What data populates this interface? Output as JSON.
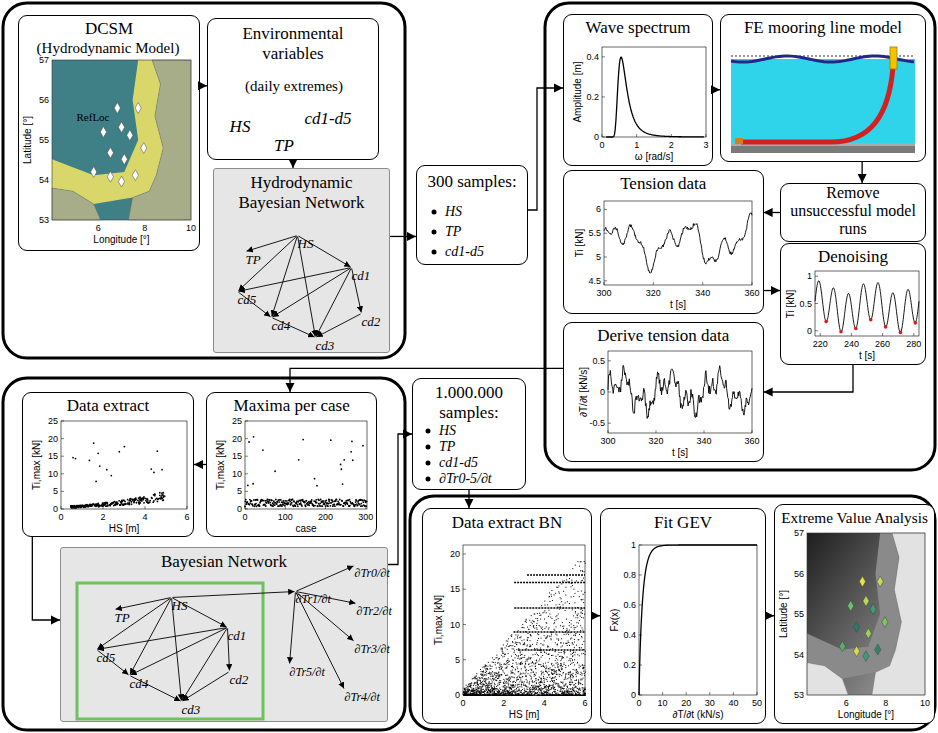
{
  "diagram": {
    "nodes": [
      {
        "text": [
          "DCSM",
          "(Hydrodynamic Model)",
          "57",
          "56",
          "55",
          "54",
          "53",
          "Latitude [°]",
          "6",
          "8",
          "10",
          "Longitude [°]",
          "RefLoc"
        ]
      },
      {
        "text": [
          "Environmental variables",
          "(daily extremes)",
          "HS",
          "cd1-d5",
          "TP"
        ]
      },
      {
        "text": [
          "Hydrodynamic Bayesian Network"
        ]
      },
      {
        "text": [
          "HS"
        ],
        "in": 2
      },
      {
        "text": [
          "TP"
        ],
        "in": 2
      },
      {
        "text": [
          "cd1"
        ],
        "in": 2
      },
      {
        "text": [
          "cd5"
        ],
        "in": 2
      },
      {
        "text": [
          "cd2"
        ],
        "in": 2
      },
      {
        "text": [
          "cd4"
        ],
        "in": 2
      },
      {
        "text": [
          "cd3"
        ],
        "in": 2
      },
      {
        "text": [
          "300 samples:",
          "HS",
          "TP",
          "cd1-d5"
        ]
      },
      {
        "text": [
          "Wave spectrum",
          "Amplitude [m]",
          "0.4",
          "0.2",
          "0",
          "0",
          "1",
          "2",
          "3",
          "ω [rad/s]"
        ]
      },
      {
        "text": [
          "FE mooring line model"
        ]
      },
      {
        "text": [
          "Remove unsuccessful model runs"
        ]
      },
      {
        "text": [
          "Tension data",
          "Ti [kN]",
          "6",
          "5.5",
          "5",
          "4.5",
          "300",
          "320",
          "340",
          "360",
          "t [s]"
        ]
      },
      {
        "text": [
          "Denoising",
          "Ti [kN]",
          "1",
          "0.5",
          "0",
          "220",
          "240",
          "260",
          "280",
          "t [s]"
        ]
      },
      {
        "text": [
          "Derive tension data",
          "∂T/∂t [kN/s]",
          "0.5",
          "0",
          "-0.5",
          "300",
          "320",
          "340",
          "360",
          "t [s]"
        ]
      },
      {
        "text": [
          "Data extract",
          "Ti,max [kN]",
          "25",
          "20",
          "15",
          "10",
          "5",
          "0",
          "0",
          "2",
          "4",
          "6",
          "HS [m]"
        ]
      },
      {
        "text": [
          "Maxima per case",
          "Ti,max [kN]",
          "25",
          "20",
          "15",
          "10",
          "5",
          "0",
          "0",
          "100",
          "200",
          "300",
          "case"
        ]
      },
      {
        "text": [
          "Bayesian Network"
        ]
      },
      {
        "text": [
          "HS"
        ],
        "in": 19
      },
      {
        "text": [
          "TP"
        ],
        "in": 19
      },
      {
        "text": [
          "cd1"
        ],
        "in": 19
      },
      {
        "text": [
          "cd5"
        ],
        "in": 19
      },
      {
        "text": [
          "cd2"
        ],
        "in": 19
      },
      {
        "text": [
          "cd4"
        ],
        "in": 19
      },
      {
        "text": [
          "cd3"
        ],
        "in": 19
      },
      {
        "text": [
          "∂Tr1/∂t"
        ],
        "in": 19
      },
      {
        "text": [
          "∂Tr0/∂t"
        ],
        "in": 19
      },
      {
        "text": [
          "∂Tr2/∂t"
        ],
        "in": 19
      },
      {
        "text": [
          "∂Tr3/∂t"
        ],
        "in": 19
      },
      {
        "text": [
          "∂Tr4/∂t"
        ],
        "in": 19
      },
      {
        "text": [
          "∂Tr5/∂t"
        ],
        "in": 19
      },
      {
        "text": [
          "1.000.000 samples:",
          "HS",
          "TP",
          "cd1-d5",
          "∂Tr0-5/∂t"
        ]
      },
      {
        "text": [
          "Data extract BN",
          "Ti,max [kN]",
          "20",
          "15",
          "10",
          "5",
          "0",
          "0",
          "2",
          "4",
          "6",
          "HS [m]"
        ]
      },
      {
        "text": [
          "Fit GEV",
          "Fx(x)",
          "1",
          "0.8",
          "0.6",
          "0.4",
          "0.2",
          "0",
          "0",
          "10",
          "20",
          "30",
          "40",
          "50",
          "∂T/∂t (kN/s)"
        ]
      },
      {
        "text": [
          "Extreme Value Analysis",
          "57",
          "56",
          "55",
          "54",
          "53",
          "Latitude [°]",
          "6",
          "8",
          "10",
          "Longitude [°]"
        ]
      }
    ],
    "edges": [
      {
        "from": 0,
        "to": 1,
        "arrow": "to"
      },
      {
        "from": 1,
        "to": 2,
        "arrow": "to"
      },
      {
        "from": 2,
        "to": 10,
        "arrow": "to"
      },
      {
        "from": 10,
        "to": 11,
        "arrow": "to"
      },
      {
        "from": 11,
        "to": 12,
        "arrow": "to"
      },
      {
        "from": 12,
        "to": 13,
        "arrow": "to"
      },
      {
        "from": 13,
        "to": 14,
        "arrow": "to"
      },
      {
        "from": 14,
        "to": 15,
        "arrow": "to"
      },
      {
        "from": 15,
        "to": 16,
        "arrow": "to"
      },
      {
        "from": 16,
        "to": 18,
        "arrow": "to"
      },
      {
        "from": 18,
        "to": 17,
        "arrow": "to"
      },
      {
        "from": 17,
        "to": 19,
        "arrow": "to"
      },
      {
        "from": 19,
        "to": 33,
        "arrow": "to"
      },
      {
        "from": 33,
        "to": 34,
        "arrow": "to"
      },
      {
        "from": 34,
        "to": 35,
        "arrow": "to"
      },
      {
        "from": 35,
        "to": 36,
        "arrow": "to"
      },
      {
        "from": 3,
        "to": 4,
        "arrow": "to"
      },
      {
        "from": 3,
        "to": 5,
        "arrow": "to"
      },
      {
        "from": 3,
        "to": 6,
        "arrow": "to"
      },
      {
        "from": 3,
        "to": 8,
        "arrow": "to"
      },
      {
        "from": 3,
        "to": 9,
        "arrow": "to"
      },
      {
        "from": 5,
        "to": 7,
        "arrow": "to"
      },
      {
        "from": 5,
        "to": 9,
        "arrow": "to"
      },
      {
        "from": 5,
        "to": 8,
        "arrow": "to"
      },
      {
        "from": 5,
        "to": 6,
        "arrow": "to"
      },
      {
        "from": 6,
        "to": 8,
        "arrow": "to"
      },
      {
        "from": 8,
        "to": 9,
        "arrow": "to"
      },
      {
        "from": 7,
        "to": 9,
        "arrow": "to"
      },
      {
        "from": 20,
        "to": 21,
        "arrow": "to"
      },
      {
        "from": 20,
        "to": 22,
        "arrow": "to"
      },
      {
        "from": 20,
        "to": 23,
        "arrow": "to"
      },
      {
        "from": 20,
        "to": 25,
        "arrow": "to"
      },
      {
        "from": 20,
        "to": 26,
        "arrow": "to"
      },
      {
        "from": 22,
        "to": 24,
        "arrow": "to"
      },
      {
        "from": 22,
        "to": 26,
        "arrow": "to"
      },
      {
        "from": 22,
        "to": 25,
        "arrow": "to"
      },
      {
        "from": 22,
        "to": 23,
        "arrow": "to"
      },
      {
        "from": 23,
        "to": 25,
        "arrow": "to"
      },
      {
        "from": 25,
        "to": 26,
        "arrow": "to"
      },
      {
        "from": 24,
        "to": 26,
        "arrow": "to"
      },
      {
        "from": 20,
        "to": 27,
        "arrow": "to"
      },
      {
        "from": 27,
        "to": 28,
        "arrow": "to"
      },
      {
        "from": 27,
        "to": 29,
        "arrow": "to"
      },
      {
        "from": 27,
        "to": 30,
        "arrow": "to"
      },
      {
        "from": 27,
        "to": 31,
        "arrow": "to"
      },
      {
        "from": 27,
        "to": 32,
        "arrow": "to"
      }
    ]
  }
}
